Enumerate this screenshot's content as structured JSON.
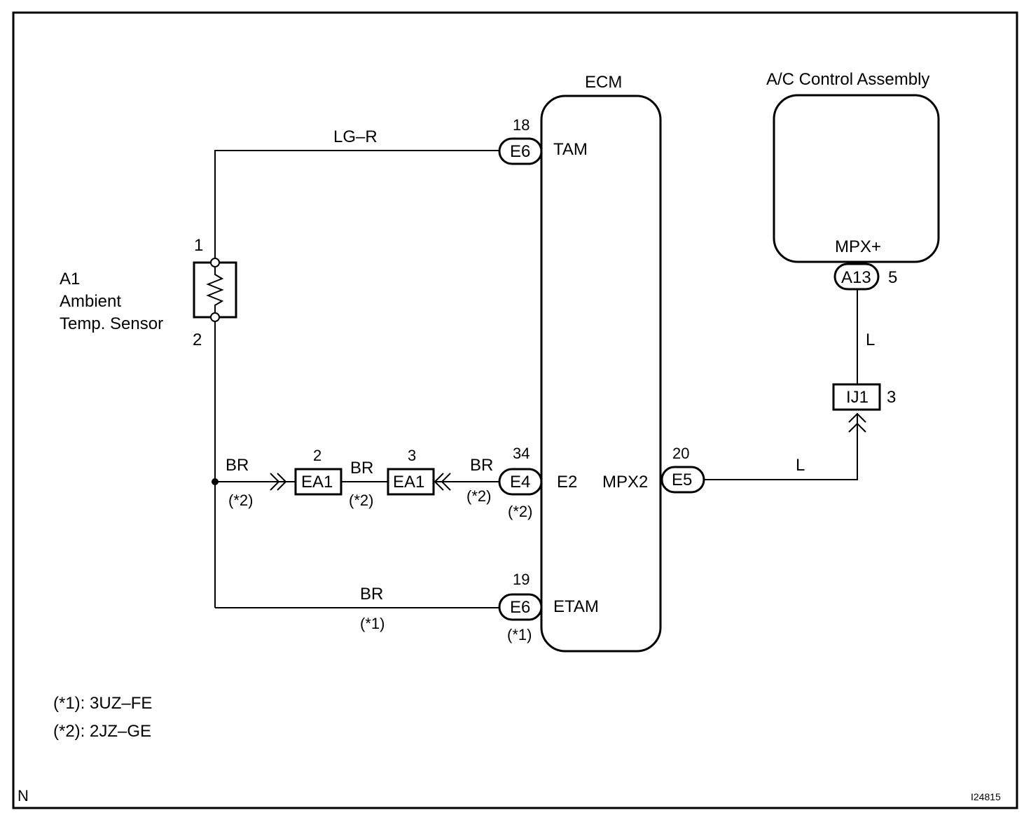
{
  "ecm": {
    "title": "ECM",
    "pins": {
      "tam": "TAM",
      "e2": "E2",
      "etam": "ETAM",
      "mpx2": "MPX2"
    }
  },
  "ac_control": {
    "title": "A/C Control Assembly",
    "pin": "MPX+",
    "connector": "A13",
    "connector_pin": "5"
  },
  "sensor": {
    "code": "A1",
    "name_line1": "Ambient",
    "name_line2": "Temp. Sensor",
    "pin_top": "1",
    "pin_bottom": "2"
  },
  "wires": {
    "tam": "LG–R",
    "e2_a": "BR",
    "e2_b": "BR",
    "e2_c": "BR",
    "etam": "BR",
    "mpx_vertical": "L",
    "mpx_horizontal": "L"
  },
  "connectors": {
    "e6_tam": {
      "code": "E6",
      "pin": "18"
    },
    "e4": {
      "code": "E4",
      "pin": "34",
      "note": "(*2)"
    },
    "e6_etam": {
      "code": "E6",
      "pin": "19",
      "note": "(*1)"
    },
    "e5": {
      "code": "E5",
      "pin": "20"
    },
    "ea1_left": {
      "code": "EA1",
      "pin": "2"
    },
    "ea1_right": {
      "code": "EA1",
      "pin": "3"
    },
    "ij1": {
      "code": "IJ1",
      "pin": "3"
    }
  },
  "notes": {
    "left": "(*2)",
    "middle": "(*2)",
    "right": "(*2)",
    "etam_wire": "(*1)"
  },
  "legend": {
    "line1": "(*1): 3UZ–FE",
    "line2": "(*2): 2JZ–GE"
  },
  "footer": {
    "corner": "N",
    "figure_id": "I24815"
  }
}
